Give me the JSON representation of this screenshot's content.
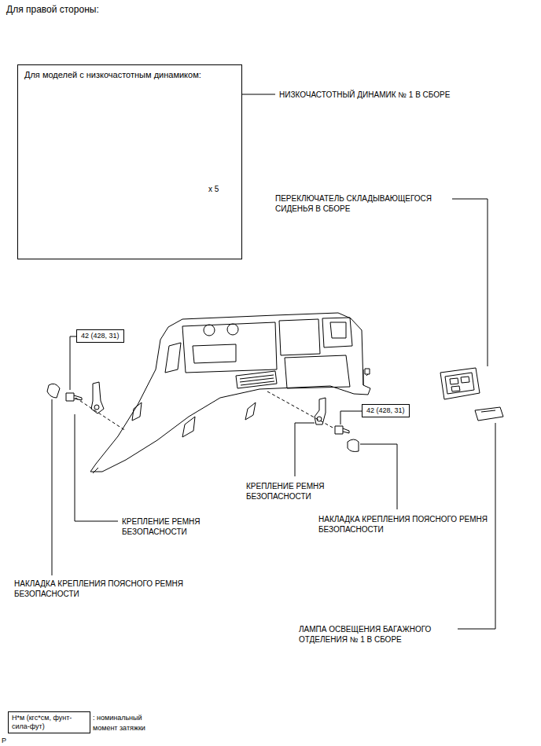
{
  "diagram": {
    "title": "Для правой стороны:",
    "nodes": [
      {
        "text": [
          "Для моделей с низкочастотным динамиком:"
        ]
      },
      {
        "text": [
          "42 (428, 31)"
        ]
      },
      {
        "text": [
          "42 (428, 31)"
        ]
      },
      {
        "text": [
          "Н*м (кгс*см, фунт-сила-фут)"
        ]
      }
    ],
    "labels": [
      "НИЗКОЧАСТОТНЫЙ ДИНАМИК № 1 В СБОРЕ",
      "x 5",
      "ПЕРЕКЛЮЧАТЕЛЬ СКЛАДЫВАЮЩЕГОСЯ СИДЕНЬЯ В СБОРЕ",
      "КРЕПЛЕНИЕ РЕМНЯ БЕЗОПАСНОСТИ",
      "КРЕПЛЕНИЕ РЕМНЯ БЕЗОПАСНОСТИ",
      "НАКЛАДКА КРЕПЛЕНИЯ ПОЯСНОГО РЕМНЯ БЕЗОПАСНОСТИ",
      "НАКЛАДКА КРЕПЛЕНИЯ ПОЯСНОГО РЕМНЯ БЕЗОПАСНОСТИ",
      "ЛАМПА ОСВЕЩЕНИЯ БАГАЖНОГО ОТДЕЛЕНИЯ № 1 В СБОРЕ",
      ": номинальный момент затяжки",
      "P"
    ]
  }
}
